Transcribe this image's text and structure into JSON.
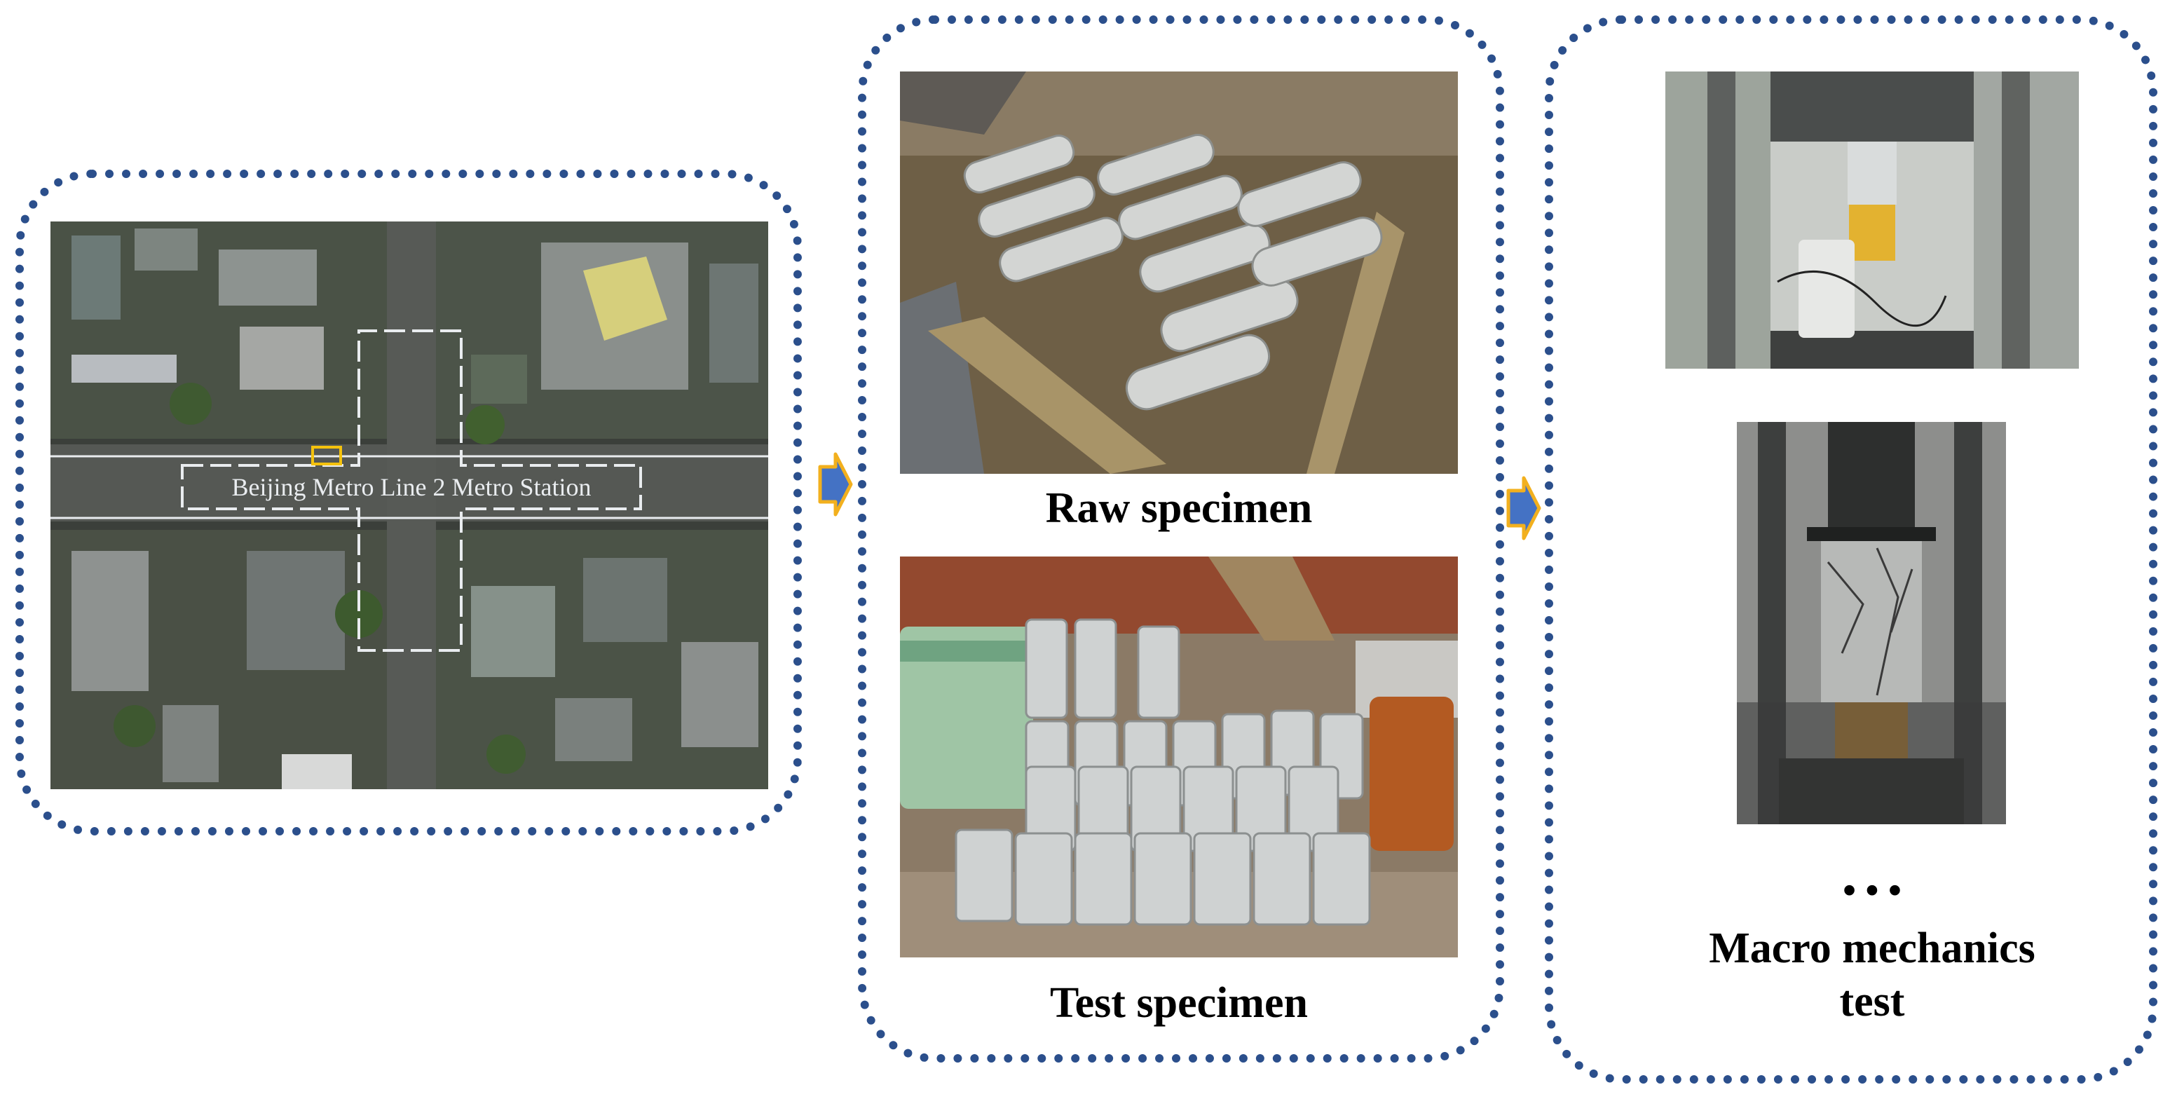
{
  "map": {
    "station_label": "Beijing Metro Line 2 Metro Station"
  },
  "middle": {
    "caption_top": "Raw specimen",
    "caption_bottom": "Test specimen"
  },
  "right": {
    "ellipsis": "• • •",
    "caption_line1": "Macro mechanics",
    "caption_line2": "test"
  },
  "colors": {
    "panel_border": "#2b4f8c",
    "arrow_fill": "#4472c4",
    "arrow_outline": "#f2b01e",
    "marker": "#f4c20d"
  }
}
